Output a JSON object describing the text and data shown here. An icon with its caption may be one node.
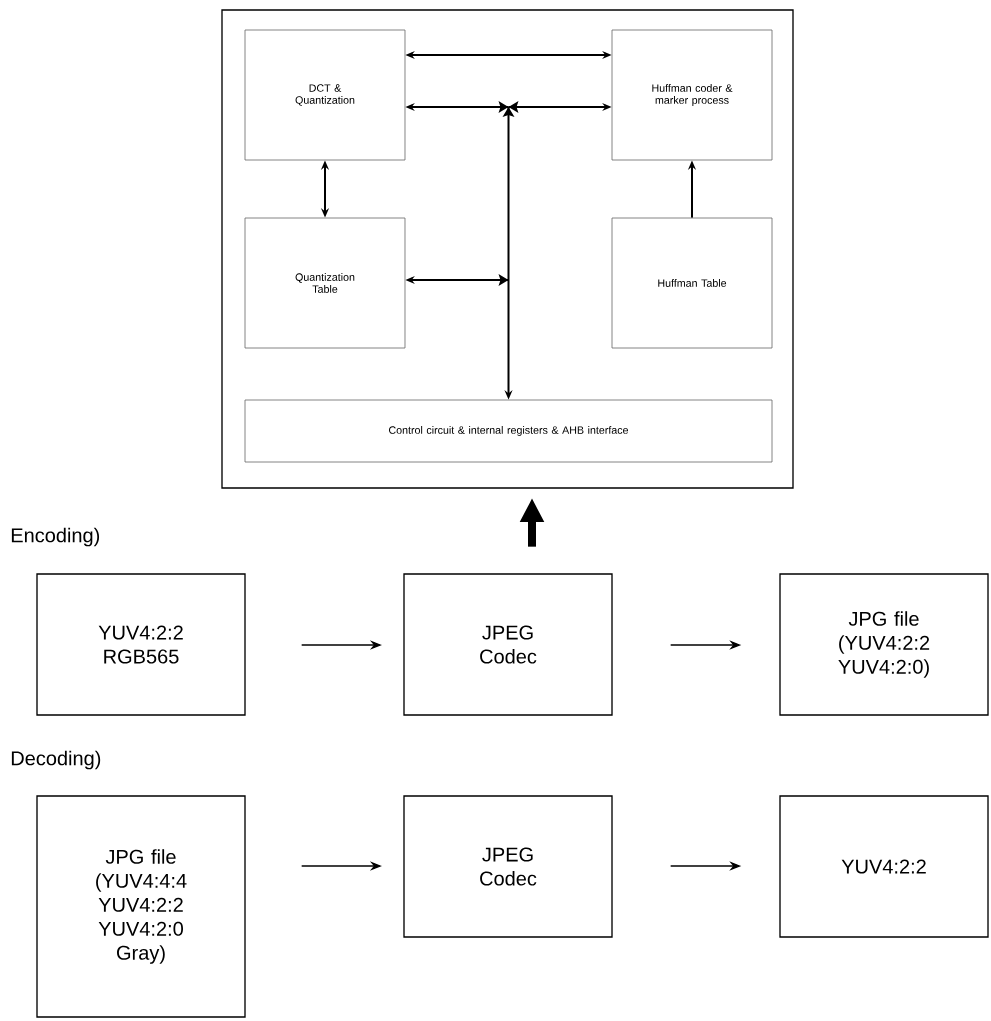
{
  "diagram": {
    "nodes": [
      {
        "text": [],
        "shape": "box"
      },
      {
        "text": [
          "DCT & Quantization"
        ],
        "in": 0
      },
      {
        "text": [
          "Huffman coder & marker process"
        ],
        "in": 0
      },
      {
        "text": [
          "Quantization Table"
        ],
        "in": 0
      },
      {
        "text": [
          "Huffman Table"
        ],
        "in": 0
      },
      {
        "text": [
          "Control circuit & internal registers & AHB interface"
        ],
        "in": 0
      },
      {
        "text": [
          "YUV4:2:2 RGB565"
        ]
      },
      {
        "text": [
          "JPEG Codec"
        ]
      },
      {
        "text": [
          "JPG file (YUV4:2:2 YUV4:2:0)"
        ]
      },
      {
        "text": [
          "JPG file (YUV4:4:4 YUV4:2:2 YUV4:2:0 Gray)"
        ]
      },
      {
        "text": [
          "JPEG Codec"
        ]
      },
      {
        "text": [
          "YUV4:2:2"
        ]
      }
    ],
    "edges": [
      {
        "from": 1,
        "to": 2,
        "arrow": "both"
      },
      {
        "from": 1,
        "to": 5,
        "arrow": "both"
      },
      {
        "from": 2,
        "to": 5,
        "arrow": "both"
      },
      {
        "from": 3,
        "to": 5,
        "arrow": "both"
      },
      {
        "from": 1,
        "to": 3,
        "arrow": "both"
      },
      {
        "from": 4,
        "to": 2,
        "arrow": "to"
      },
      {
        "from": 7,
        "to": 0,
        "arrow": "to",
        "style": "thick"
      },
      {
        "from": 6,
        "to": 7,
        "arrow": "to"
      },
      {
        "from": 7,
        "to": 8,
        "arrow": "to"
      },
      {
        "from": 9,
        "to": 10,
        "arrow": "to"
      },
      {
        "from": 10,
        "to": 11,
        "arrow": "to"
      }
    ],
    "labels": [
      "Encoding)",
      "Decoding)"
    ]
  }
}
